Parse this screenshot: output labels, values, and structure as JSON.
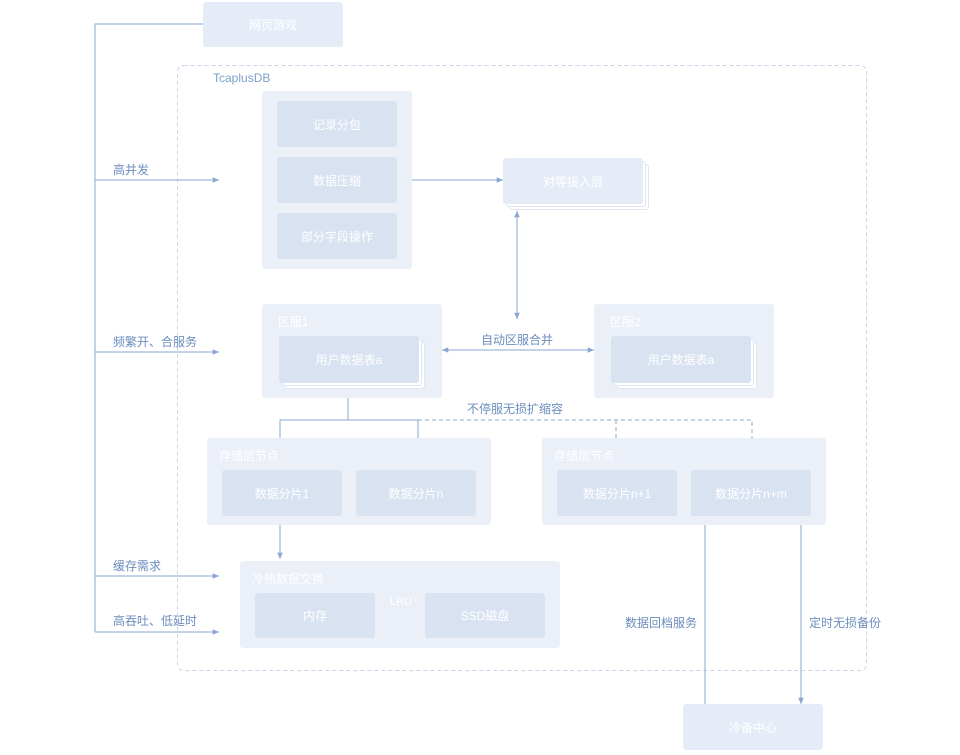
{
  "external": {
    "webgame": "网页游戏",
    "coldbackup": "冷备中心"
  },
  "container": {
    "title": "TcaplusDB"
  },
  "left_labels": {
    "high_concurrency": "高并发",
    "frequent_servers": "频繁开、合服务",
    "cache_demand": "缓存需求",
    "high_throughput": "高吞吐、低延时"
  },
  "features": {
    "record_packet": "记录分包",
    "data_compress": "数据压缩",
    "partial_field": "部分字段操作"
  },
  "access_layer": "对等接入层",
  "zones": {
    "zone1": {
      "title": "区服1",
      "table": "用户数据表a"
    },
    "zone2": {
      "title": "区服2",
      "table": "用户数据表a"
    },
    "merge_label": "自动区服合并"
  },
  "scaling_label": "不停服无损扩缩容",
  "storage": {
    "left": {
      "title": "存储层节点",
      "shard1": "数据分片1",
      "shard2": "数据分片n"
    },
    "right": {
      "title": "存储层节点",
      "shard1": "数据分片n+1",
      "shard2": "数据分片n+m"
    }
  },
  "hotcold": {
    "title": "冷热数据交换",
    "memory": "内存",
    "ssd": "SSD磁盘",
    "lru": "LRU"
  },
  "backup_labels": {
    "restore": "数据回档服务",
    "scheduled": "定时无损备份"
  },
  "colors": {
    "line": "#8aa7cf",
    "inner_box": "#d9e2f1",
    "group_box": "#ebeff8",
    "label_text": "#6b8dbd"
  }
}
